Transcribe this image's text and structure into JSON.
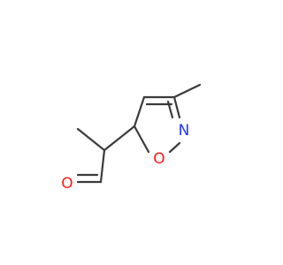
{
  "molecule": {
    "atoms": {
      "nitrogen": "N",
      "ring_oxygen": "O",
      "carbonyl_oxygen": "O"
    }
  },
  "colors": {
    "bond": "#3b3b3b",
    "nitrogen": "#2233ff",
    "oxygen": "#ff1a1a",
    "background": "#ffffff"
  }
}
